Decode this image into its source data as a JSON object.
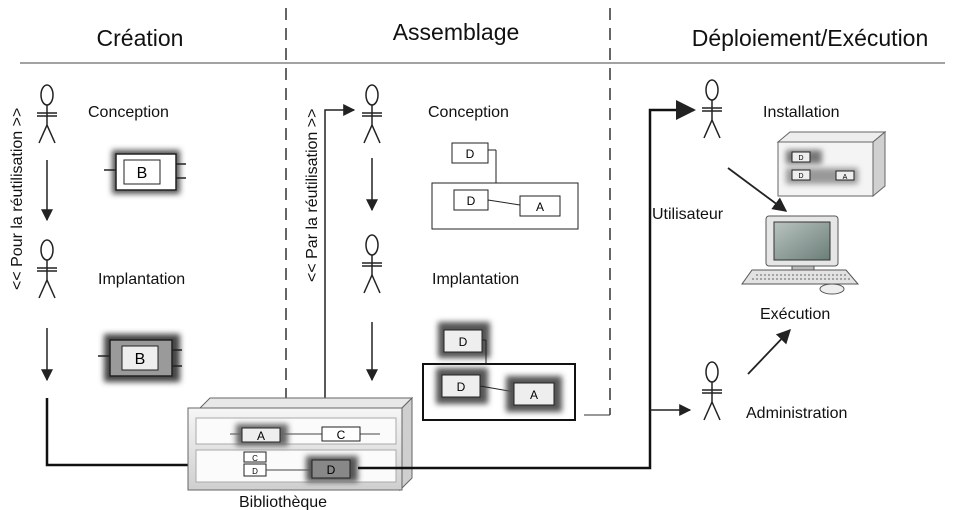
{
  "headers": {
    "creation": "Création",
    "assemblage": "Assemblage",
    "deploiement": "Déploiement/Exécution"
  },
  "side_labels": {
    "pour_reutilisation": "<< Pour la réutilisation >>",
    "par_reutilisation": "<< Par la réutilisation >>"
  },
  "steps": {
    "creation_conception": "Conception",
    "creation_implantation": "Implantation",
    "assemblage_conception": "Conception",
    "assemblage_implantation": "Implantation",
    "installation": "Installation",
    "utilisateur": "Utilisateur",
    "execution": "Exécution",
    "administration": "Administration",
    "bibliotheque": "Bibliothèque"
  },
  "components": {
    "b": "B",
    "d": "D",
    "a": "A",
    "c": "C"
  }
}
